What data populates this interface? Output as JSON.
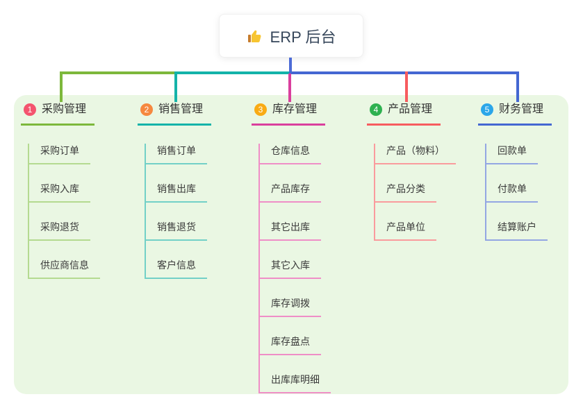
{
  "root": {
    "label": "ERP 后台",
    "icon": "thumbs-up-icon"
  },
  "theme": {
    "panel_bg": "#eaf7e3",
    "trunk_color": "#4c6bd6",
    "root_text_color": "#36465a",
    "label_color": "#333333",
    "child_text_color": "#3a3a3a"
  },
  "branches": [
    {
      "index": "1",
      "label": "采购管理",
      "badge_color": "#f4546e",
      "line_color": "#7db83c",
      "child_line_color": "#b4da90",
      "children": [
        "采购订单",
        "采购入库",
        "采购退货",
        "供应商信息"
      ]
    },
    {
      "index": "2",
      "label": "销售管理",
      "badge_color": "#f6883f",
      "line_color": "#14b3a9",
      "child_line_color": "#72d0c7",
      "children": [
        "销售订单",
        "销售出库",
        "销售退货",
        "客户信息"
      ]
    },
    {
      "index": "3",
      "label": "库存管理",
      "badge_color": "#f9ab14",
      "line_color": "#da3f9d",
      "child_line_color": "#ef8ec7",
      "children": [
        "仓库信息",
        "产品库存",
        "其它出库",
        "其它入库",
        "库存调拨",
        "库存盘点",
        "出库库明细"
      ]
    },
    {
      "index": "4",
      "label": "产品管理",
      "badge_color": "#2eb150",
      "line_color": "#f75c5f",
      "child_line_color": "#fa9b9d",
      "children": [
        "产品（物料）",
        "产品分类",
        "产品单位"
      ]
    },
    {
      "index": "5",
      "label": "财务管理",
      "badge_color": "#2ba6e9",
      "line_color": "#4467d2",
      "child_line_color": "#93a6e3",
      "children": [
        "回款单",
        "付款单",
        "结算账户"
      ]
    }
  ]
}
